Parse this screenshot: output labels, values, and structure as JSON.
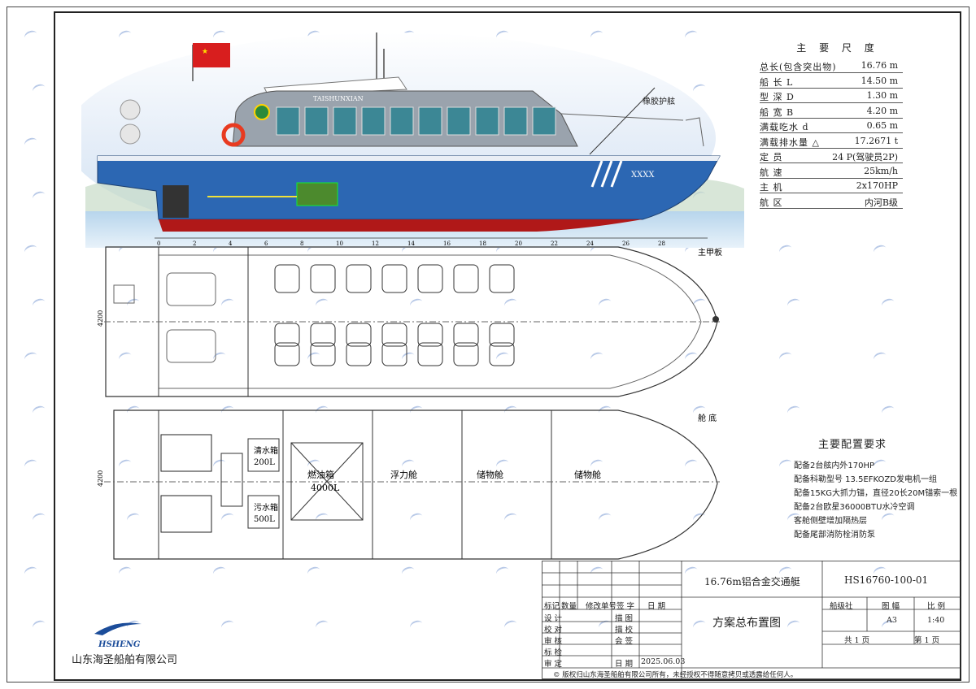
{
  "specs": {
    "title": "主 要 尺 度",
    "rows": [
      {
        "label": "总长(包含突出物)",
        "value": "16.76 m"
      },
      {
        "label": "船   长 L",
        "value": "14.50 m"
      },
      {
        "label": "型   深 D",
        "value": "1.30 m"
      },
      {
        "label": "船   宽 B",
        "value": "4.20 m"
      },
      {
        "label": "满载吃水 d",
        "value": "0.65 m"
      },
      {
        "label": "满载排水量 △",
        "value": "17.2671 t"
      },
      {
        "label": "定   员",
        "value": "24 P(驾驶员2P)"
      },
      {
        "label": "航   速",
        "value": "25km/h"
      },
      {
        "label": "主   机",
        "value": "2x170HP"
      },
      {
        "label": "航   区",
        "value": "内河B级"
      }
    ]
  },
  "requirements": {
    "title": "主要配置要求",
    "items": [
      "配备2台舷内外170HP",
      "配备科勒型号 13.5EFKOZD发电机一组",
      "配备15KG大抓力锚，直径20长20M锚索一根",
      "配备2台欧星36000BTU水冷空调",
      "客舱侧壁增加隔热层",
      "配备尾部消防栓消防泵"
    ]
  },
  "profile": {
    "ship_name": "TAISHUNXIAN",
    "hull_number": "XXXX",
    "annotation": "橡胶护舷",
    "frame_labels": [
      "0",
      "2",
      "4",
      "6",
      "8",
      "10",
      "12",
      "14",
      "16",
      "18",
      "20",
      "22",
      "24",
      "26",
      "28"
    ]
  },
  "deck_plan": {
    "title": "主甲板",
    "width_dim": "4200"
  },
  "bottom_plan": {
    "title": "舱 底",
    "width_dim": "4200",
    "compartments": [
      {
        "name": "清水箱",
        "capacity": "200L"
      },
      {
        "name": "污水箱",
        "capacity": "500L"
      },
      {
        "name": "燃油箱",
        "capacity": "4000L"
      },
      {
        "name": "浮力舱",
        "capacity": ""
      },
      {
        "name": "储物舱",
        "capacity": ""
      },
      {
        "name": "储物舱",
        "capacity": ""
      }
    ]
  },
  "title_block": {
    "vessel": "16.76m铝合金交通艇",
    "drawing_no": "HS16760-100-01",
    "drawing_name": "方案总布置图",
    "col_headers": [
      "标记",
      "数量",
      "修改单号",
      "签 字",
      "日 期"
    ],
    "roles_left": [
      "设 计",
      "校 对",
      "审 核",
      "标 检",
      "审 定"
    ],
    "roles_right": [
      "描 图",
      "描 校",
      "会 签",
      "",
      "日 期"
    ],
    "date": "2025.06.03",
    "class_society_label": "船级社",
    "sheet_size_label": "图 幅",
    "scale_label": "比 例",
    "sheet_size": "A3",
    "scale": "1:40",
    "total_sheets": "共 1 页",
    "sheet_no": "第 1 页",
    "copyright": "© 版权归山东海圣船舶有限公司所有，未经授权不得随意拷贝或透露给任何人。"
  },
  "company": {
    "logo_text": "HSHENG",
    "name": "山东海圣船舶有限公司"
  },
  "colors": {
    "hull_blue": "#2c67b3",
    "cabin_grey": "#9aa3ad",
    "window": "#3c8795",
    "flag_red": "#d81e1e",
    "watermark": "#8aa6d8",
    "logo_blue": "#1c4d9a"
  }
}
